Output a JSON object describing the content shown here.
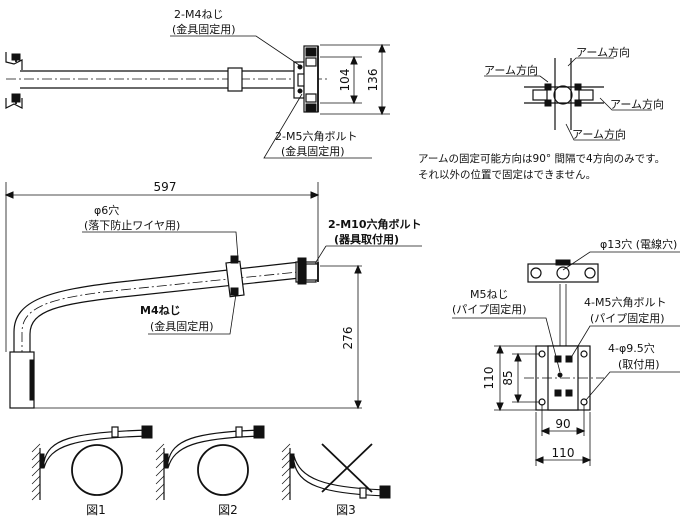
{
  "top_view": {
    "label_m4": "2-M4ねじ",
    "label_m4_sub": "(金具固定用)",
    "label_m5": "2-M5六角ボルト",
    "label_m5_sub": "(金具固定用)",
    "dim_104": "104",
    "dim_136": "136"
  },
  "arm_direction": {
    "arm_dir_label": "アーム方向",
    "note_line1": "アームの固定可能方向は90° 間隔で4方向のみです。",
    "note_line2": "それ以外の位置で固定はできません。"
  },
  "side_view": {
    "dim_597": "597",
    "dim_276": "276",
    "label_hole": "φ6穴",
    "label_hole_sub": "(落下防止ワイヤ用)",
    "label_m10": "2-M10六角ボルト",
    "label_m10_sub": "(器具取付用)",
    "label_m4b": "M4ねじ",
    "label_m4b_sub": "(金具固定用)"
  },
  "base_view": {
    "label_13": "φ13穴 (電線穴)",
    "label_m5screw": "M5ねじ",
    "label_m5screw_sub": "(パイプ固定用)",
    "label_4m5": "4-M5六角ボルト",
    "label_4m5_sub": "(パイプ固定用)",
    "label_95": "4-φ9.5穴",
    "label_95_sub": "(取付用)",
    "dim_110v": "110",
    "dim_85": "85",
    "dim_90": "90",
    "dim_110h": "110"
  },
  "figures": {
    "fig1": "図1",
    "fig2": "図2",
    "fig3": "図3"
  }
}
